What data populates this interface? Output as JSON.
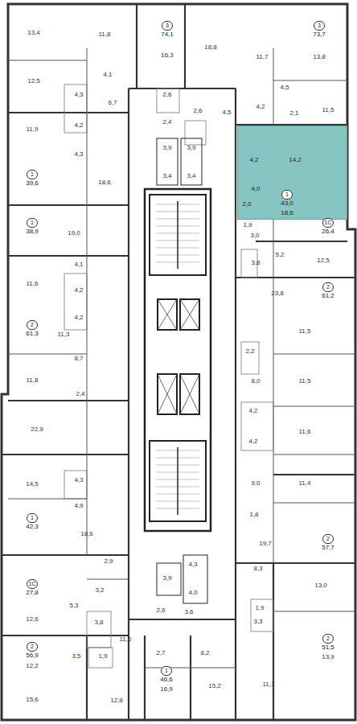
{
  "diagram": {
    "nodes": [
      {
        "text": [
          "3",
          "74,1"
        ]
      },
      {
        "text": [
          "3",
          "73,7"
        ]
      },
      {
        "text": [
          "1",
          "39,6"
        ]
      },
      {
        "text": [
          "4,2",
          "14,2",
          "4,0",
          "2,0",
          "18,6"
        ]
      },
      {
        "text": [
          "1",
          "43,0"
        ],
        "in": 3
      },
      {
        "text": [
          "1",
          "38,9"
        ]
      },
      {
        "text": [
          "1С",
          "26,4"
        ]
      },
      {
        "text": [
          "2",
          "61,2"
        ]
      },
      {
        "text": [
          "2",
          "61,3"
        ]
      },
      {
        "text": [
          "1",
          "42,3"
        ]
      },
      {
        "text": [
          "2",
          "57,7"
        ]
      },
      {
        "text": [
          "1С",
          "27,8"
        ]
      },
      {
        "text": [
          "2",
          "51,5"
        ]
      },
      {
        "text": [
          "2",
          "56,9"
        ]
      },
      {
        "text": [
          "1",
          "46,6"
        ]
      }
    ],
    "labels": [
      "13,4",
      "11,8",
      "16,3",
      "18,8",
      "11,7",
      "13,8",
      "4,1",
      "12,5",
      "4,3",
      "6,7",
      "2,6",
      "2,4",
      "2,6",
      "4,5",
      "4,5",
      "4,2",
      "2,1",
      "11,5",
      "11,9",
      "4,2",
      "4,3",
      "3,9",
      "3,9",
      "3,4",
      "3,4",
      "18,6",
      "1,9",
      "3,0",
      "19,0",
      "5,2",
      "3,8",
      "12,5",
      "4,1",
      "11,6",
      "4,2",
      "23,8",
      "11,3",
      "4,2",
      "8,7",
      "2,2",
      "11,5",
      "11,8",
      "8,0",
      "11,5",
      "2,4",
      "22,9",
      "4,2",
      "4,2",
      "11,6",
      "14,5",
      "4,3",
      "9,0",
      "11,4",
      "4,9",
      "18,6",
      "1,8",
      "19,7",
      "2,9",
      "3,9",
      "4,3",
      "4,0",
      "8,3",
      "13,0",
      "3,2",
      "5,3",
      "3,8",
      "2,6",
      "3,6",
      "1,9",
      "3,3",
      "12,6",
      "11,0",
      "2,7",
      "8,2",
      "13,9",
      "12,2",
      "3,5",
      "1,9",
      "11,1",
      "16,9",
      "15,2",
      "15,6",
      "12,8"
    ]
  }
}
